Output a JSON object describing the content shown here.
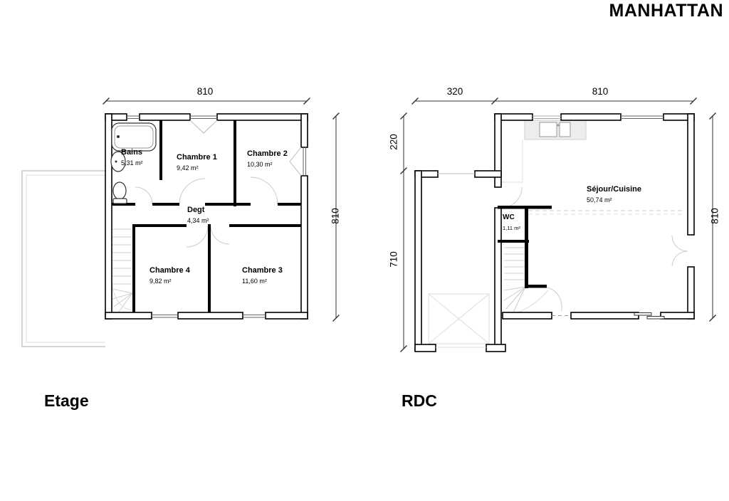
{
  "title": "MANHATTAN",
  "plans": {
    "etage": {
      "name": "Etage",
      "dims": {
        "width_top": "810",
        "height_right": "810"
      },
      "rooms": {
        "bains": {
          "label": "Bains",
          "area": "5,31 m²"
        },
        "chambre1": {
          "label": "Chambre 1",
          "area": "9,42 m²"
        },
        "chambre2": {
          "label": "Chambre 2",
          "area": "10,30 m²"
        },
        "degt": {
          "label": "Degt",
          "area": "4,34 m²"
        },
        "chambre4": {
          "label": "Chambre 4",
          "area": "9,82 m²"
        },
        "chambre3": {
          "label": "Chambre 3",
          "area": "11,60 m²"
        }
      }
    },
    "rdc": {
      "name": "RDC",
      "dims": {
        "garage_top": "320",
        "width_top": "810",
        "left_upper": "220",
        "left_lower": "710",
        "height_right": "810"
      },
      "rooms": {
        "sejour": {
          "label": "Séjour/Cuisine",
          "area": "50,74 m²"
        },
        "wc": {
          "label": "WC",
          "area": "1,11 m²"
        }
      }
    }
  },
  "colors": {
    "wall": "#000000",
    "faint": "#cccccc",
    "dimline": "#333333"
  }
}
